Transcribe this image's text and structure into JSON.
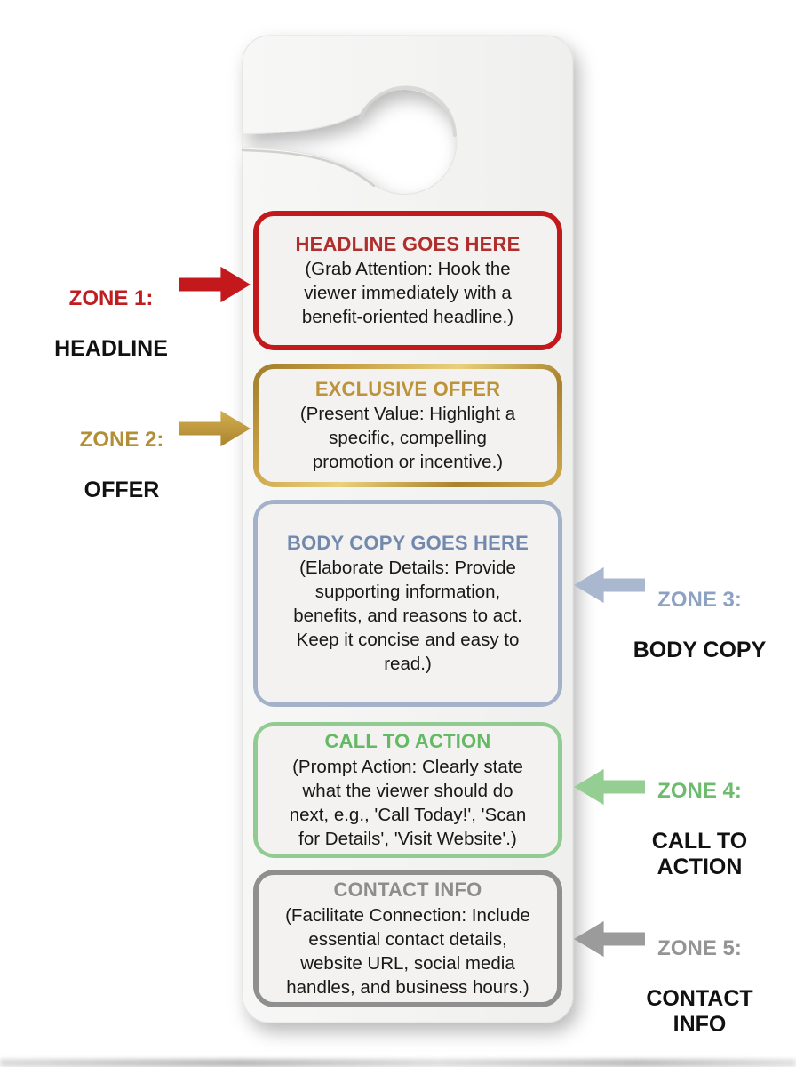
{
  "diagram": {
    "type": "door-hanger-template-zones",
    "background_color": "#ffffff",
    "card_color": "#f4f4f3"
  },
  "zones": [
    {
      "label_prefix": "ZONE 1:",
      "label_name": "HEADLINE",
      "heading": "HEADLINE GOES HERE",
      "body": "(Grab Attention: Hook the\nviewer immediately with a\nbenefit-oriented headline.)",
      "accent_color": "#c2191d",
      "label_side": "left",
      "arrow_direction": "right"
    },
    {
      "label_prefix": "ZONE 2:",
      "label_name": "OFFER",
      "heading": "EXCLUSIVE OFFER",
      "body": "(Present Value: Highlight a\nspecific, compelling\npromotion or incentive.)",
      "accent_color": "#c49b3f",
      "label_side": "left",
      "arrow_direction": "right"
    },
    {
      "label_prefix": "ZONE 3:",
      "label_name": "BODY COPY",
      "heading": "BODY COPY GOES HERE",
      "body": "(Elaborate Details: Provide\nsupporting information,\nbenefits, and reasons to act.\nKeep it concise and easy to\nread.)",
      "accent_color": "#a3b1ca",
      "label_side": "right",
      "arrow_direction": "left"
    },
    {
      "label_prefix": "ZONE 4:",
      "label_name": "CALL TO\nACTION",
      "heading": "CALL TO ACTION",
      "body": "(Prompt Action: Clearly state\nwhat the viewer should do\nnext, e.g., 'Call Today!', 'Scan\nfor Details', 'Visit Website'.)",
      "accent_color": "#92cb91",
      "label_side": "right",
      "arrow_direction": "left"
    },
    {
      "label_prefix": "ZONE 5:",
      "label_name": "CONTACT\nINFO",
      "heading": "CONTACT INFO",
      "body": "(Facilitate Connection: Include\nessential contact details,\nwebsite URL, social media\nhandles, and business hours.)",
      "accent_color": "#8f8f8f",
      "label_side": "right",
      "arrow_direction": "left"
    }
  ]
}
